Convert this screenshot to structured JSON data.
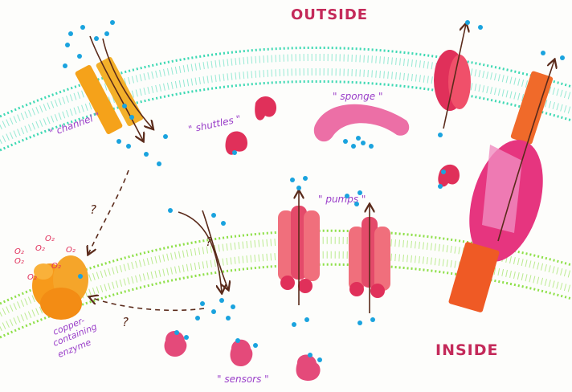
{
  "regions": {
    "outside": "OUTSIDE",
    "inside": "INSIDE"
  },
  "labels": {
    "channel": "\" channel \"",
    "shuttles": "\" shuttles \"",
    "sponge": "\" sponge \"",
    "pumps": "\" pumps \"",
    "sensors": "\" sensors \"",
    "enzyme_line1": "copper-",
    "enzyme_line2": "containing",
    "enzyme_line3": "enzyme"
  },
  "oxygen": [
    "O₂",
    "O₂",
    "O₂",
    "O₂",
    "O₂",
    "O₂",
    "O₂"
  ],
  "question_marks": [
    "?",
    "?",
    "?"
  ],
  "colors": {
    "outer_membrane": "#3fd9b4",
    "inner_membrane": "#8fe04a",
    "copper_ion": "#1aa3de",
    "channel": "#f5a21a",
    "shuttle": "#e0305a",
    "sponge": "#ec6fa6",
    "pump": "#f06f7c",
    "transporter": "#e6357f",
    "enzyme": "#f79a1b",
    "label_purple": "#9a3fc9",
    "title_crimson": "#c42a5a"
  }
}
